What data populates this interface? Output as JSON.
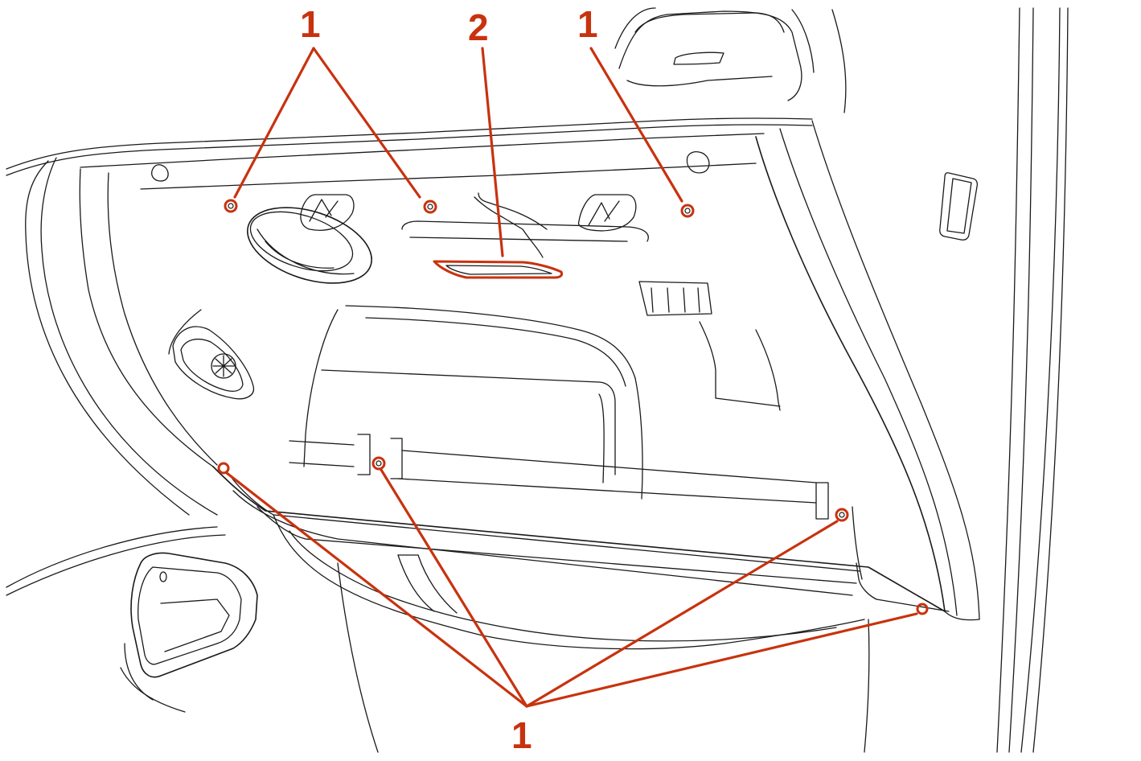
{
  "callouts": {
    "top_left": "1",
    "top_middle": "2",
    "top_right": "1",
    "bottom": "1"
  },
  "colors": {
    "callout": "#c8320e",
    "line": "#1a1a1a",
    "background": "#ffffff"
  }
}
